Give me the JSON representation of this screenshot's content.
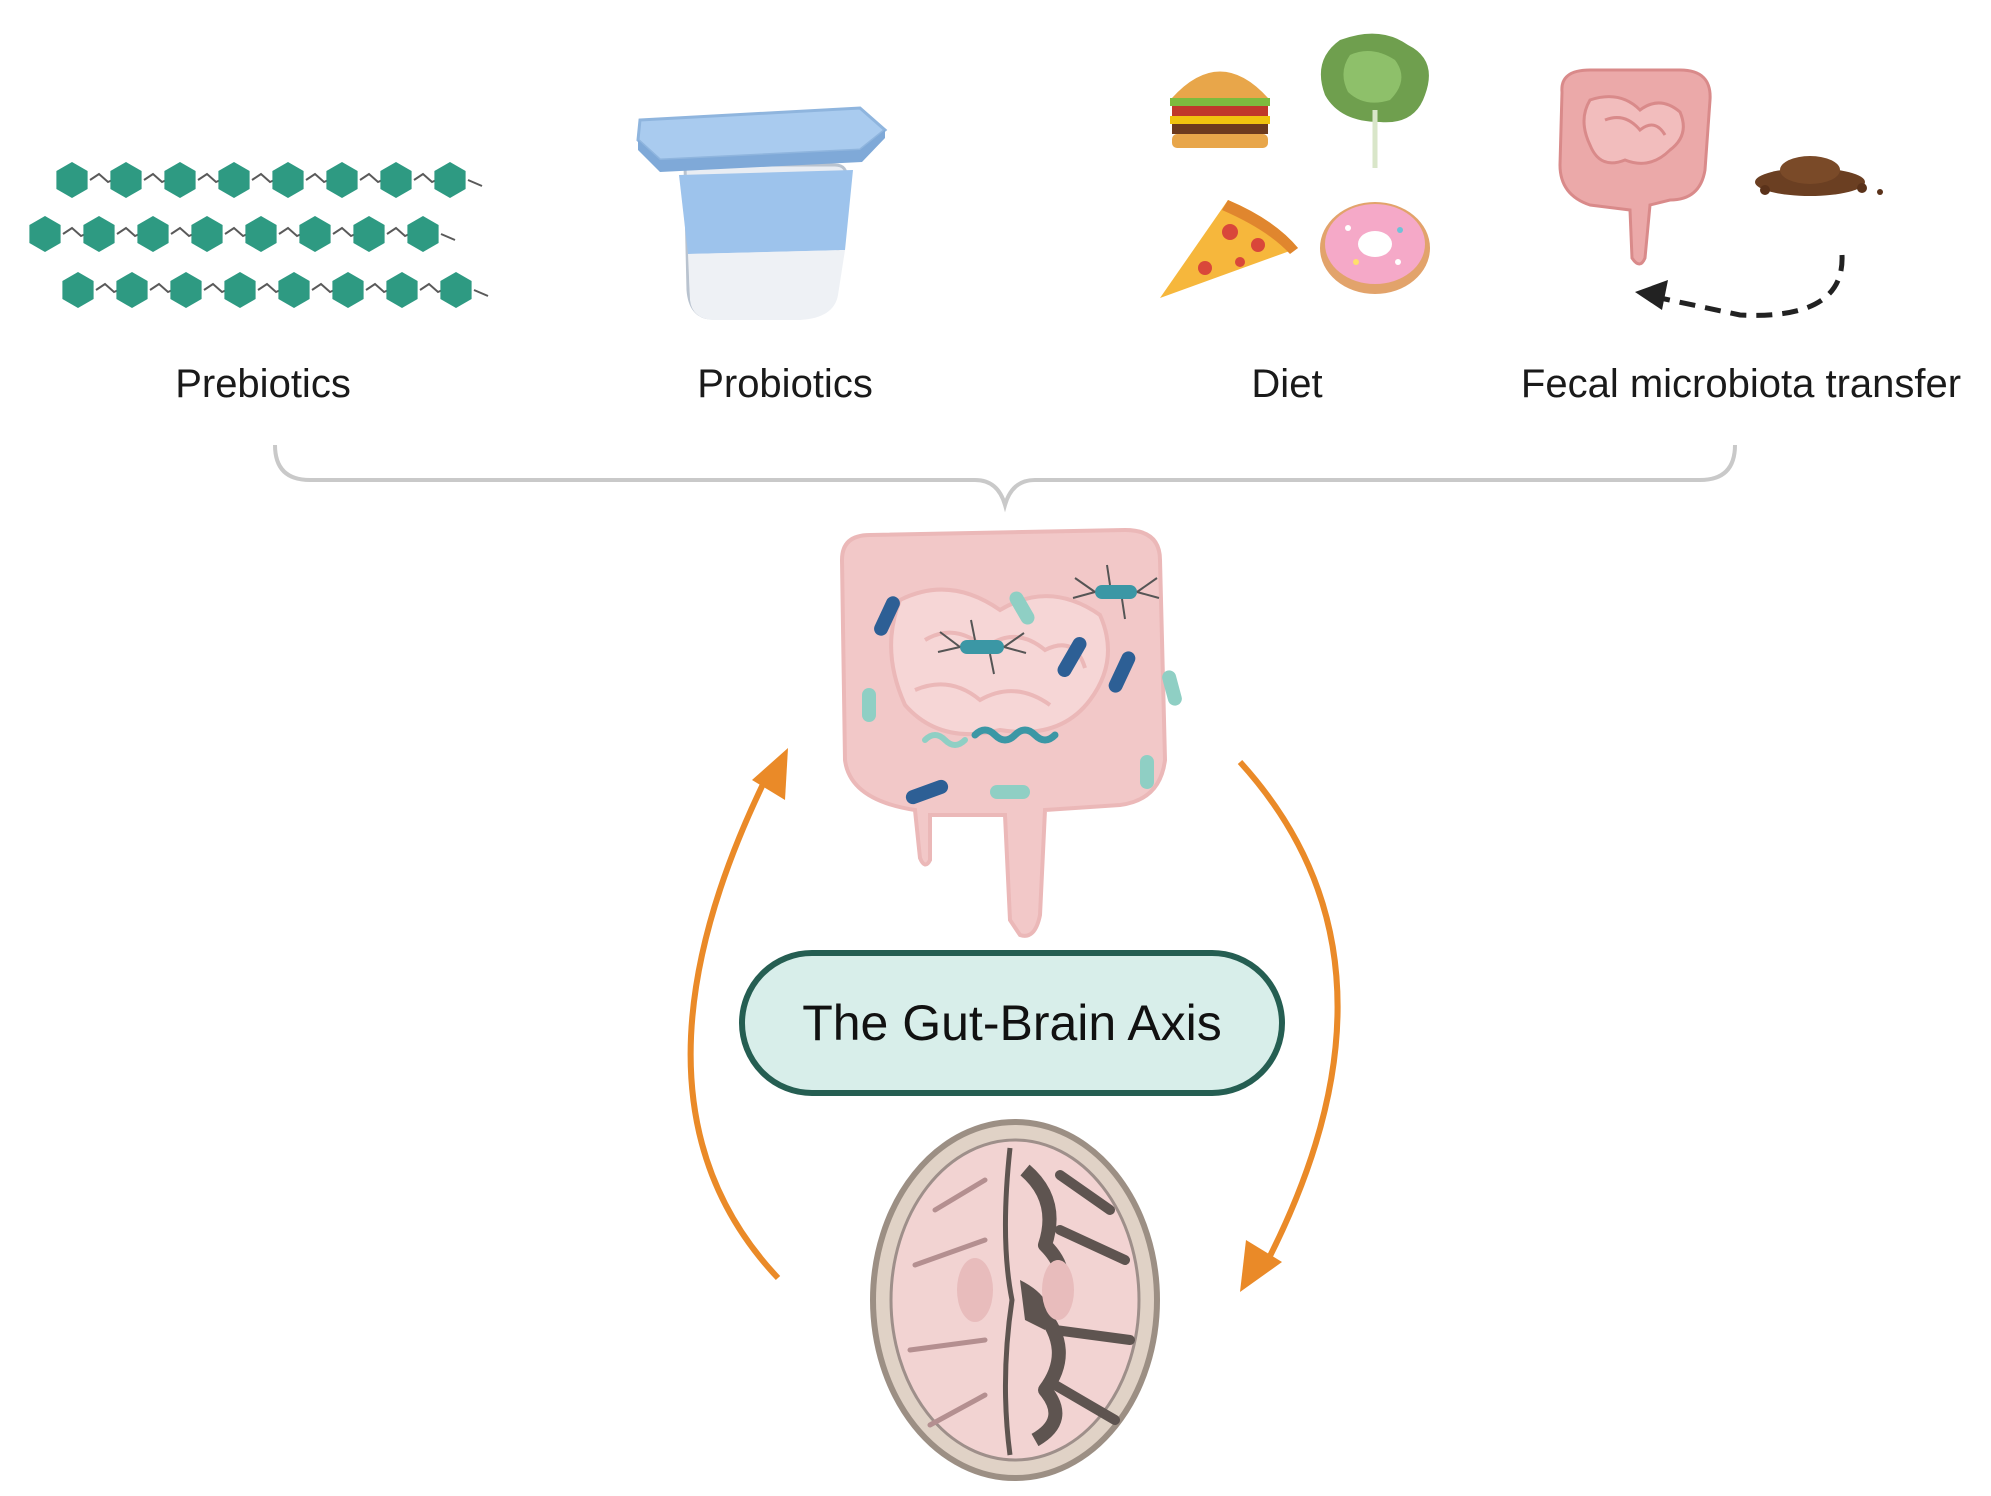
{
  "interventions": [
    {
      "label": "Prebiotics",
      "icon": "prebiotic-oligosaccharide-chain-icon"
    },
    {
      "label": "Probiotics",
      "icon": "yogurt-cup-icon"
    },
    {
      "label": "Diet",
      "icon": "food-items-icon"
    },
    {
      "label": "Fecal microbiota transfer",
      "icon": "intestine-stool-transfer-icon"
    }
  ],
  "center": {
    "label": "The Gut-Brain Axis",
    "gut_icon": "gut-microbiota-icon",
    "brain_icon": "brain-axial-section-icon"
  },
  "colors": {
    "prebiotic": "#2e9a82",
    "yogurt_blue": "#9dc3ec",
    "gut_pink": "#f2c8c8",
    "bacteria_dark": "#2d5f95",
    "bacteria_teal": "#3b97a5",
    "cycle_arrow": "#ea8a28",
    "axis_fill": "#d8eeea",
    "axis_stroke": "#255e52",
    "brace": "#c9c9c9",
    "brain": "#f2d3d2"
  }
}
